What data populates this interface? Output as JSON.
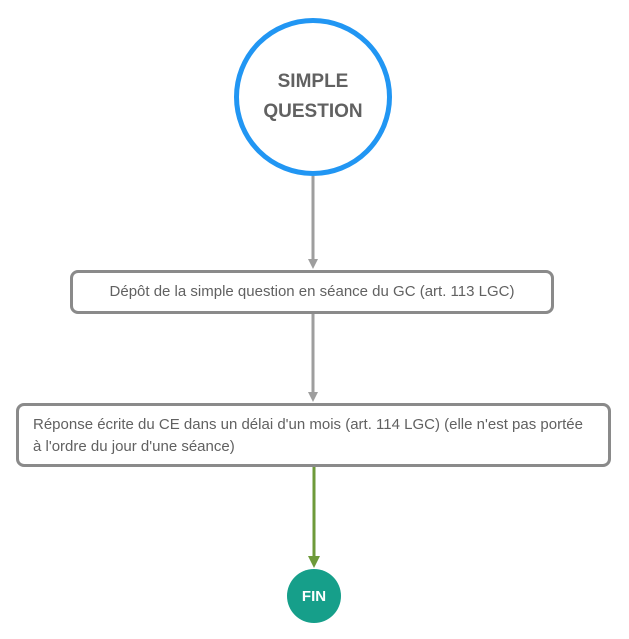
{
  "diagram": {
    "start": {
      "label": "SIMPLE QUESTION"
    },
    "steps": [
      {
        "label": "Dépôt de la simple question en séance du GC (art. 113 LGC)"
      },
      {
        "label": "Réponse écrite du CE dans un délai d'un mois (art. 114 LGC) (elle n'est pas portée à l'ordre du jour d'une séance)"
      }
    ],
    "end": {
      "label": "FIN"
    },
    "colors": {
      "start_border": "#2196f3",
      "box_border": "#8a8a8a",
      "connector_gray": "#9e9e9e",
      "connector_green": "#6e9a3a",
      "end_fill": "#169f8a",
      "text": "#616161"
    }
  }
}
